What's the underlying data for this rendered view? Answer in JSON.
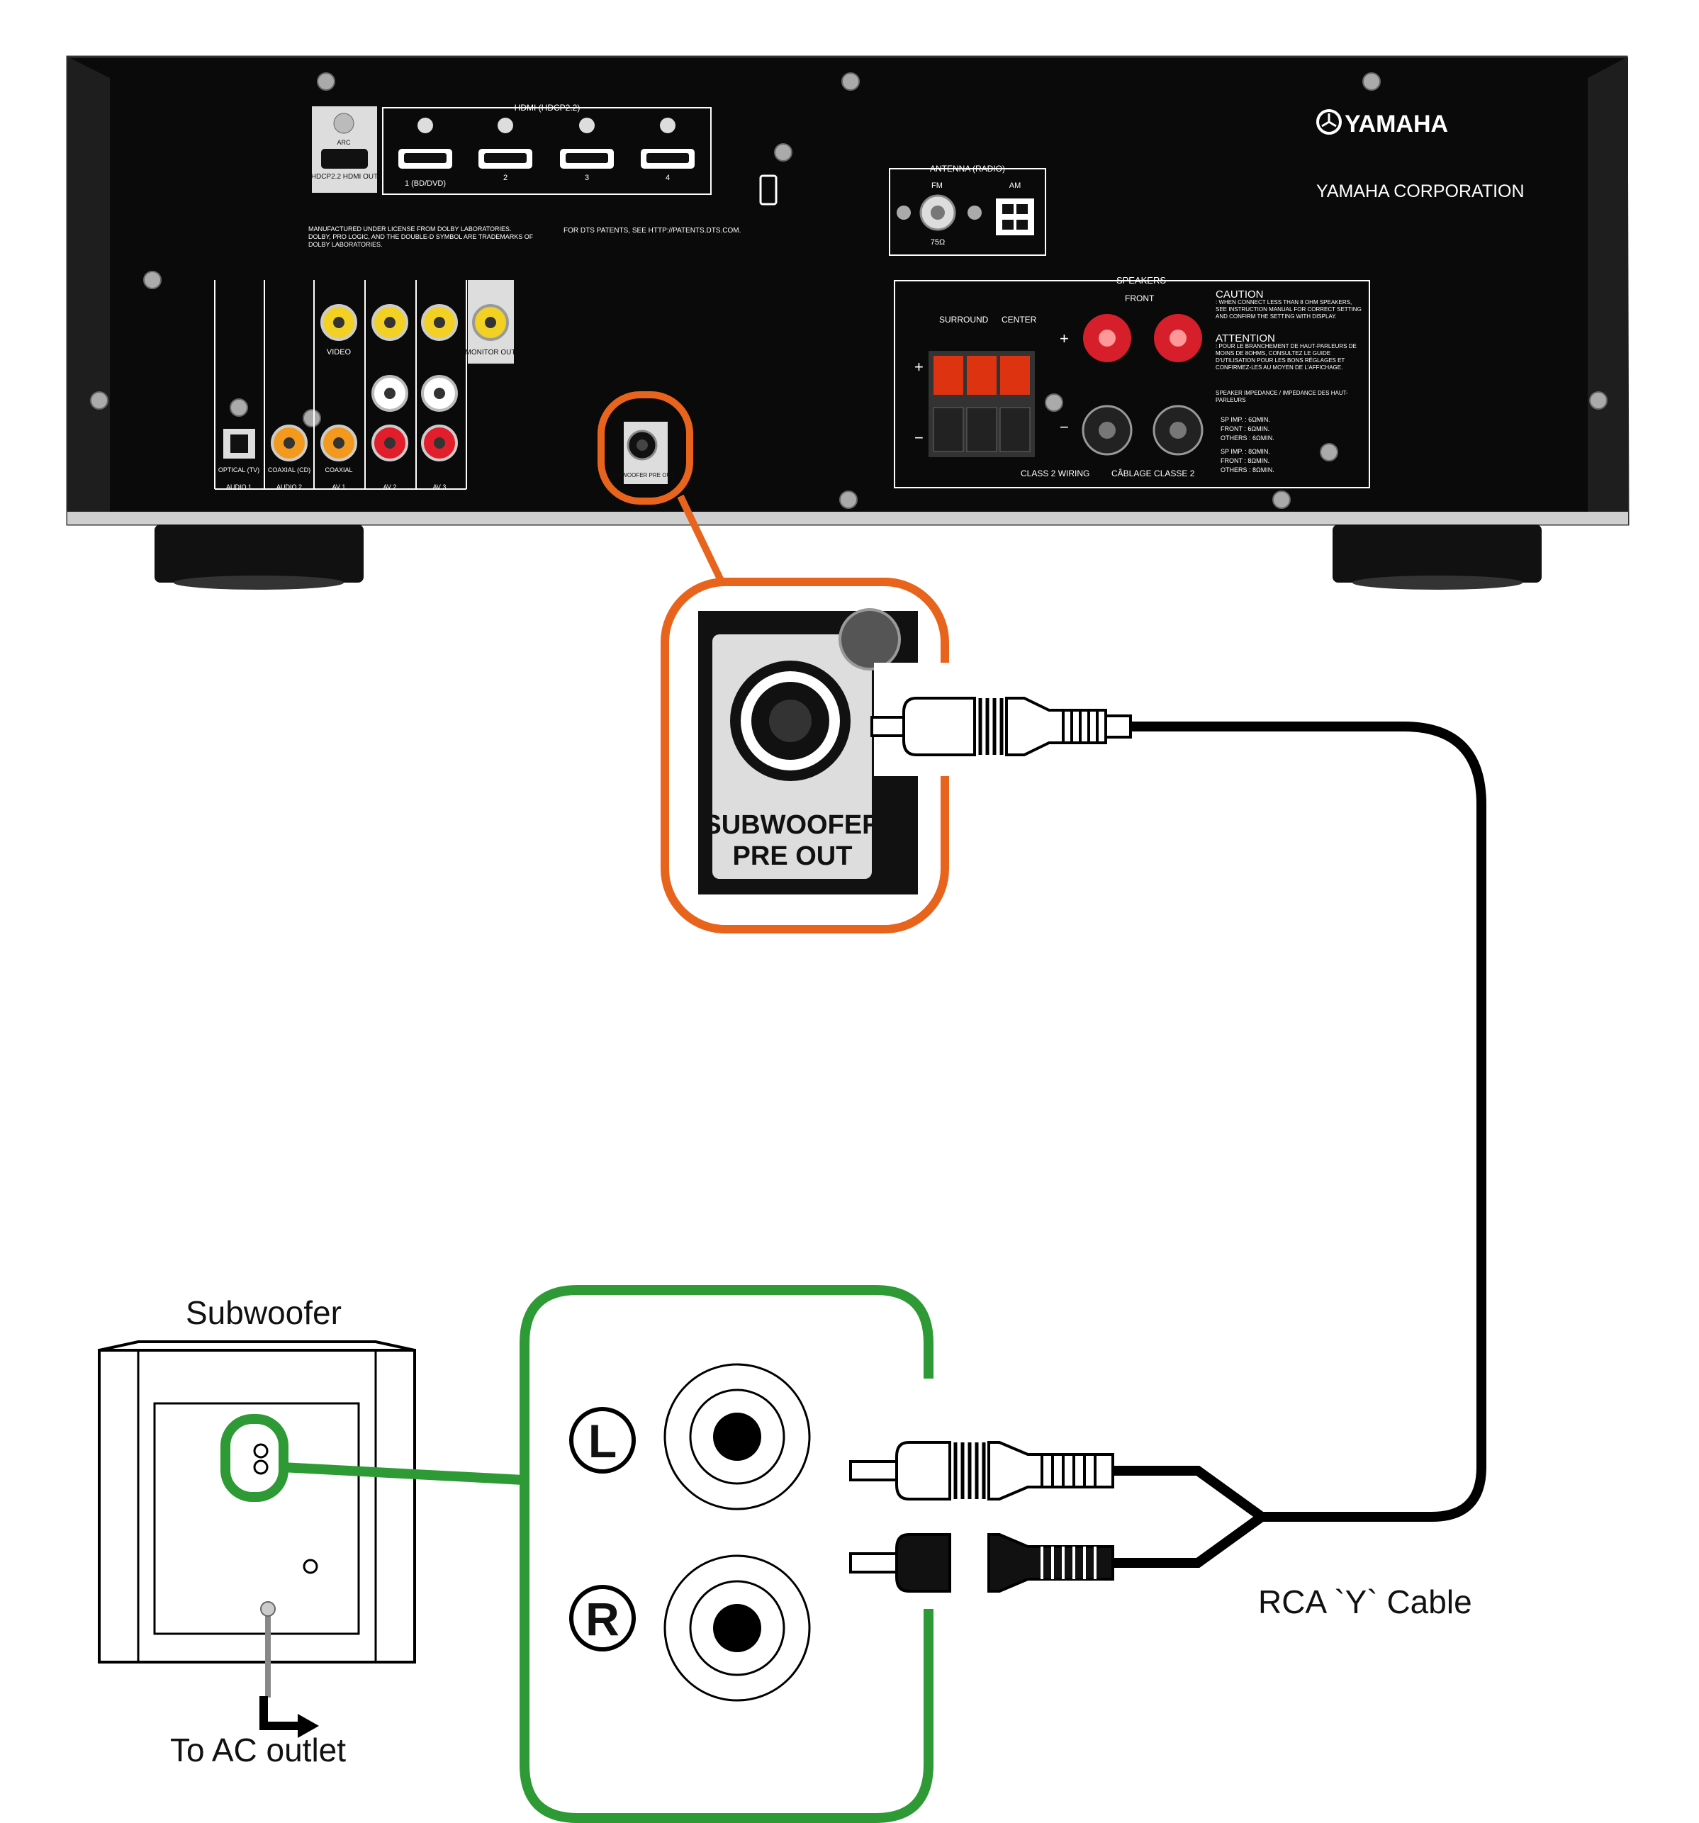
{
  "receiver": {
    "brand": "YAMAHA",
    "corporation": "YAMAHA CORPORATION",
    "hdmi_group_label": "HDMI (HDCP2.2)",
    "hdmi_out_label": "HDCP2.2 HDMI OUT",
    "arc_label": "ARC",
    "hdmi_inputs": [
      "1 (BD/DVD)",
      "2",
      "3",
      "4"
    ],
    "license_text": "MANUFACTURED UNDER LICENSE FROM DOLBY LABORATORIES. DOLBY, PRO LOGIC, AND THE DOUBLE-D SYMBOL ARE TRADEMARKS OF DOLBY LABORATORIES.",
    "dts_text": "FOR DTS PATENTS, SEE HTTP://PATENTS.DTS.COM.",
    "antenna_label": "ANTENNA (RADIO)",
    "fm_label": "FM",
    "am_label": "AM",
    "ohm_label": "75Ω",
    "speakers_label": "SPEAKERS",
    "surround_label": "SURROUND",
    "center_label": "CENTER",
    "front_label": "FRONT",
    "class2_label": "CLASS 2 WIRING",
    "cablage_label": "CÂBLAGE CLASSE 2",
    "caution_title": "CAUTION",
    "caution_text": ": WHEN CONNECT LESS THAN 8 OHM SPEAKERS, SEE INSTRUCTION MANUAL FOR CORRECT SETTING AND CONFIRM THE SETTING WITH DISPLAY.",
    "attention_title": "ATTENTION",
    "attention_text": ": POUR LE BRANCHEMENT DE HAUT-PARLEURS DE MOINS DE 8OHMS, CONSULTEZ LE GUIDE D'UTILISATION POUR LES BONS RÉGLAGES ET CONFIRMEZ-LES AU MOYEN DE L'AFFICHAGE.",
    "impedance_label": "SPEAKER IMPEDANCE / IMPÉDANCE DES HAUT-PARLEURS",
    "sp_imp_1": "SP IMP. : 6ΩMIN.",
    "front_1": "FRONT : 6ΩMIN.",
    "others_1": "OTHERS : 6ΩMIN.",
    "sp_imp_2": "SP IMP. : 8ΩMIN.",
    "front_2": "FRONT : 8ΩMIN.",
    "others_2": "OTHERS : 8ΩMIN.",
    "video_label": "VIDEO",
    "monitor_out_label": "MONITOR OUT",
    "optical_label": "OPTICAL (TV)",
    "coaxial_cd_label": "COAXIAL (CD)",
    "coaxial_label": "COAXIAL",
    "audio1_label": "AUDIO 1",
    "audio2_label": "AUDIO 2",
    "av1_label": "AV 1",
    "av2_label": "AV 2",
    "av3_label": "AV 3",
    "sub_out_small": "SUBWOOFER PRE OUT"
  },
  "callout": {
    "line1": "SUBWOOFER",
    "line2": "PRE OUT",
    "color": "#e8641c"
  },
  "subwoofer_callout": {
    "left_symbol": "L",
    "right_symbol": "R",
    "color": "#2e9a35"
  },
  "captions": {
    "subwoofer": "Subwoofer",
    "ac_outlet": "To AC outlet",
    "cable": "RCA `Y` Cable"
  }
}
